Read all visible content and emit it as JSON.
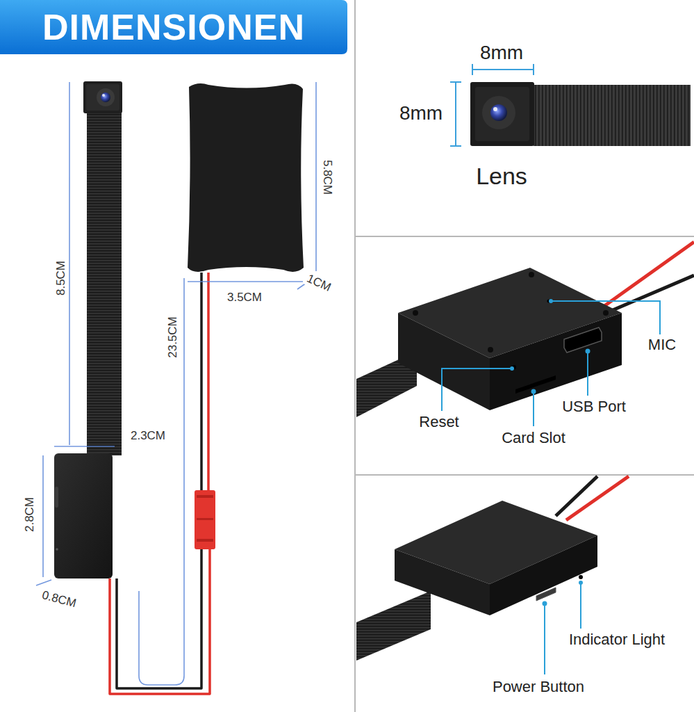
{
  "diagram": {
    "title": "DIMENSIONEN",
    "labels": [
      "8.5CM",
      "5.8CM",
      "3.5CM",
      "1CM",
      "23.5CM",
      "2.3CM",
      "2.8CM",
      "0.8CM",
      "8mm",
      "8mm",
      "Lens",
      "MIC",
      "Reset",
      "USB Port",
      "Card Slot",
      "Indicator Light",
      "Power Button"
    ]
  }
}
